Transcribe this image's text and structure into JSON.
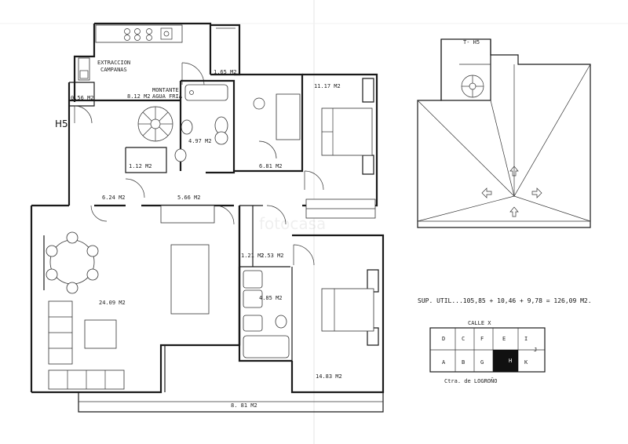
{
  "plan": {
    "unit_code": "H5",
    "kitchen_note": [
      "EXTRACCION",
      "CAMPANAS"
    ],
    "water_note": [
      "MONTANTE",
      "AGUA FRIA"
    ],
    "areas": {
      "terrace_top": "1.65 M2",
      "cupboard": "0.56 M2",
      "kitchen": "8.12 M2",
      "bath1": "4.97 M2",
      "bath_small": "6.81 M2",
      "bedroom1": "11.17 M2",
      "storage": "1.12 M2",
      "hall": "6.24 M2",
      "corridor": "5.66 M2",
      "closet1": "1.21 M2",
      "closet2": "2.53 M2",
      "bath2": "4.85 M2",
      "living": "24.09 M2",
      "bedroom2": "14.83 M2",
      "terrace": "8. 81 M2"
    },
    "roof_label": "T- H5",
    "sup_util": "SUP. UTIL...105,85 + 10,46 + 9,78 = 126,09 M2.",
    "key": {
      "street_top": "CALLE  X",
      "street_bottom": "Ctra.  de   LOGROÑO",
      "cells": [
        "D",
        "C",
        "F",
        "E",
        "I",
        "J",
        "A",
        "B",
        "G",
        "H",
        "K"
      ]
    },
    "watermark": "fotocasa"
  }
}
